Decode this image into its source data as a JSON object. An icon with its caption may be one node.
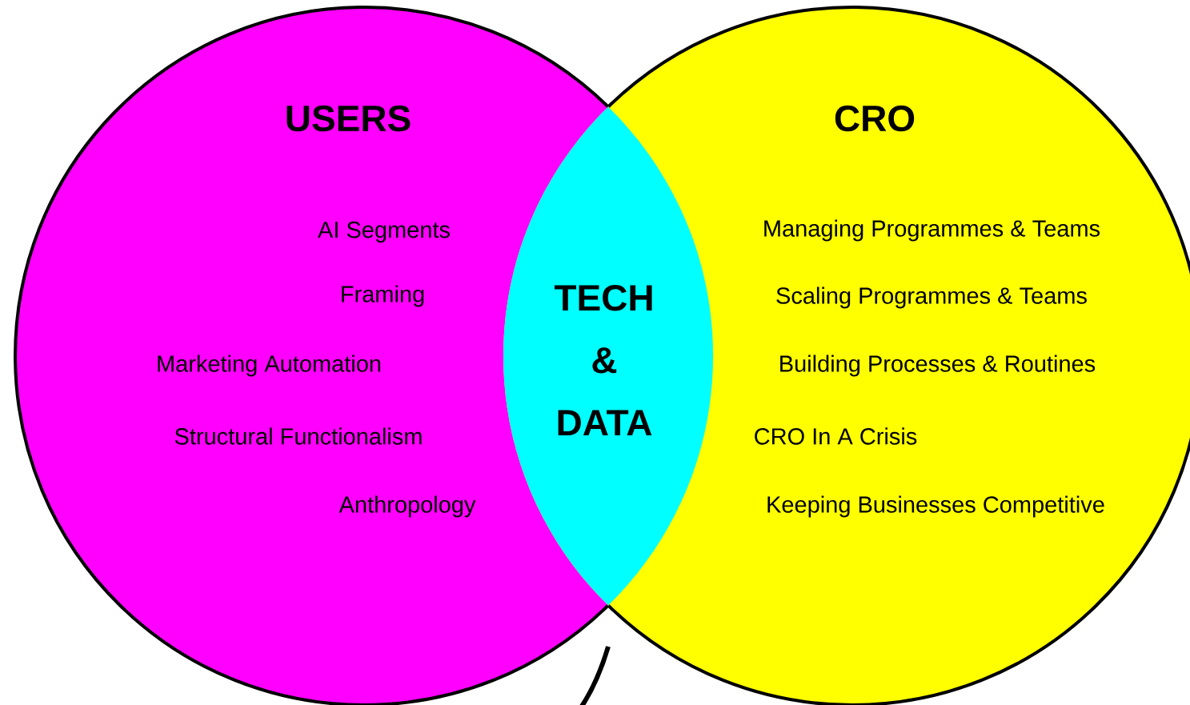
{
  "diagram": {
    "nodes": [
      {
        "text": [
          "USERS",
          "AI Segments",
          "Framing",
          "Marketing Automation",
          "Structural Functionalism",
          "Anthropology"
        ]
      },
      {
        "text": [
          "CRO",
          "Managing Programmes & Teams",
          "Scaling Programmes & Teams",
          "Building Processes & Routines",
          "CRO In A Crisis",
          "Keeping Businesses Competitive"
        ]
      },
      {
        "text": [
          "TECH & DATA"
        ]
      }
    ]
  }
}
